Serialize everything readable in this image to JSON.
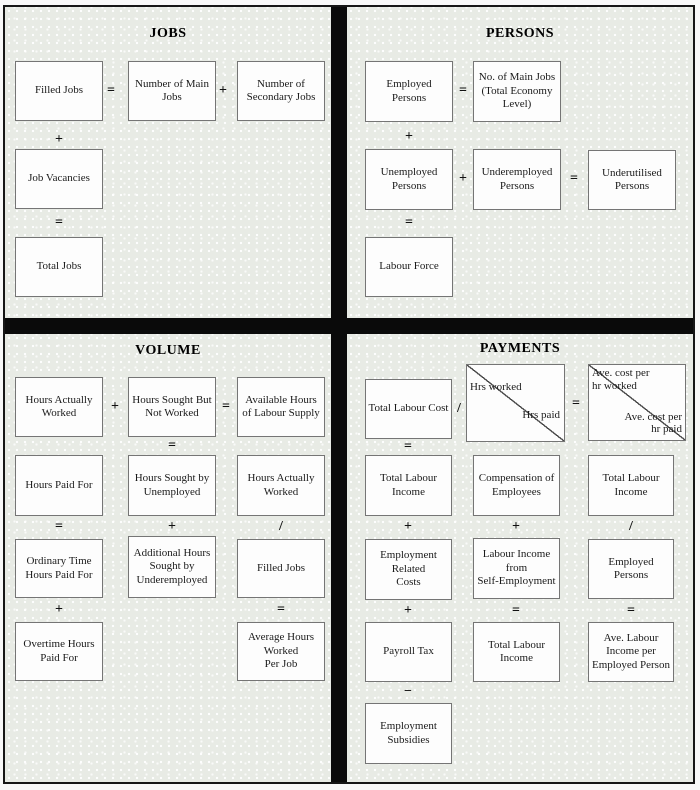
{
  "colors": {
    "quadrant_background": "#e8ebe5",
    "box_fill": "#fdfdfd",
    "box_border": "#757575",
    "divider_bars": "#0a0a0a",
    "text": "#1a1a1a"
  },
  "quadrants": {
    "jobs": {
      "title": "JOBS",
      "boxes": {
        "filled_jobs": "Filled Jobs",
        "number_of_main_jobs": "Number of Main\nJobs",
        "number_of_secondary_jobs": "Number of\nSecondary Jobs",
        "job_vacancies": "Job Vacancies",
        "total_jobs": "Total Jobs"
      },
      "ops": {
        "row1_eq": "=",
        "row1_plus": "+",
        "col1_plus": "+",
        "col1_eq": "="
      }
    },
    "persons": {
      "title": "PERSONS",
      "boxes": {
        "employed_persons": "Employed Persons",
        "no_of_main_jobs": "No. of Main Jobs\n(Total Economy\nLevel)",
        "unemployed_persons": "Unemployed\nPersons",
        "underemployed_persons": "Underemployed\nPersons",
        "underutilised_persons": "Underutilised\nPersons",
        "labour_force": "Labour Force"
      },
      "ops": {
        "row1_eq": "=",
        "col1_plus": "+",
        "row2_plus": "+",
        "row2_eq": "=",
        "col1_eq": "="
      }
    },
    "volume": {
      "title": "VOLUME",
      "boxes": {
        "hours_actually_worked": "Hours Actually\nWorked",
        "hours_sought_but_not_worked": "Hours Sought But\nNot Worked",
        "available_hours_of_labour_supply": "Available Hours\nof Labour Supply",
        "hours_paid_for": "Hours Paid For",
        "hours_sought_by_unemployed": "Hours Sought by\nUnemployed",
        "hours_actually_worked_2": "Hours Actually\nWorked",
        "ordinary_time_hours_paid_for": "Ordinary Time\nHours Paid For",
        "additional_hours_sought_by_underemployed": "Additional Hours\nSought by\nUnderemployed",
        "filled_jobs": "Filled Jobs",
        "overtime_hours_paid_for": "Overtime Hours\nPaid For",
        "average_hours_worked_per_job": "Average Hours\nWorked\nPer Job"
      },
      "ops": {
        "row1_plus": "+",
        "row1_eq": "=",
        "col2_eq": "=",
        "col1_eq": "=",
        "col2_plus": "+",
        "col3_div": "/",
        "col1_plus": "+",
        "col3_eq": "="
      }
    },
    "payments": {
      "title": "PAYMENTS",
      "boxes": {
        "total_labour_cost": "Total Labour Cost",
        "hrs_worked": "Hrs worked",
        "hrs_paid": "Hrs paid",
        "ave_cost_per_hr_worked": "Ave. cost per\nhr worked",
        "ave_cost_per_hr_paid": "Ave. cost per\nhr paid",
        "total_labour_income_1": "Total Labour\nIncome",
        "compensation_of_employees": "Compensation of\nEmployees",
        "total_labour_income_2": "Total Labour\nIncome",
        "employment_related_costs": "Employment\nRelated\nCosts",
        "labour_income_from_self_employment": "Labour Income\nfrom\nSelf-Employment",
        "employed_persons": "Employed Persons",
        "payroll_tax": "Payroll Tax",
        "total_labour_income_3": "Total Labour\nIncome",
        "ave_labour_income_per_employed_person": "Ave. Labour\nIncome per\nEmployed Person",
        "employment_subsidies": "Employment\nSubsidies"
      },
      "ops": {
        "row1_div": "/",
        "row1_eq": "=",
        "col1_eq": "=",
        "col1_plus": "+",
        "col2_plus": "+",
        "col3_div": "/",
        "col1_plus2": "+",
        "col2_eq": "=",
        "col3_eq": "=",
        "col1_minus": "−"
      }
    }
  }
}
